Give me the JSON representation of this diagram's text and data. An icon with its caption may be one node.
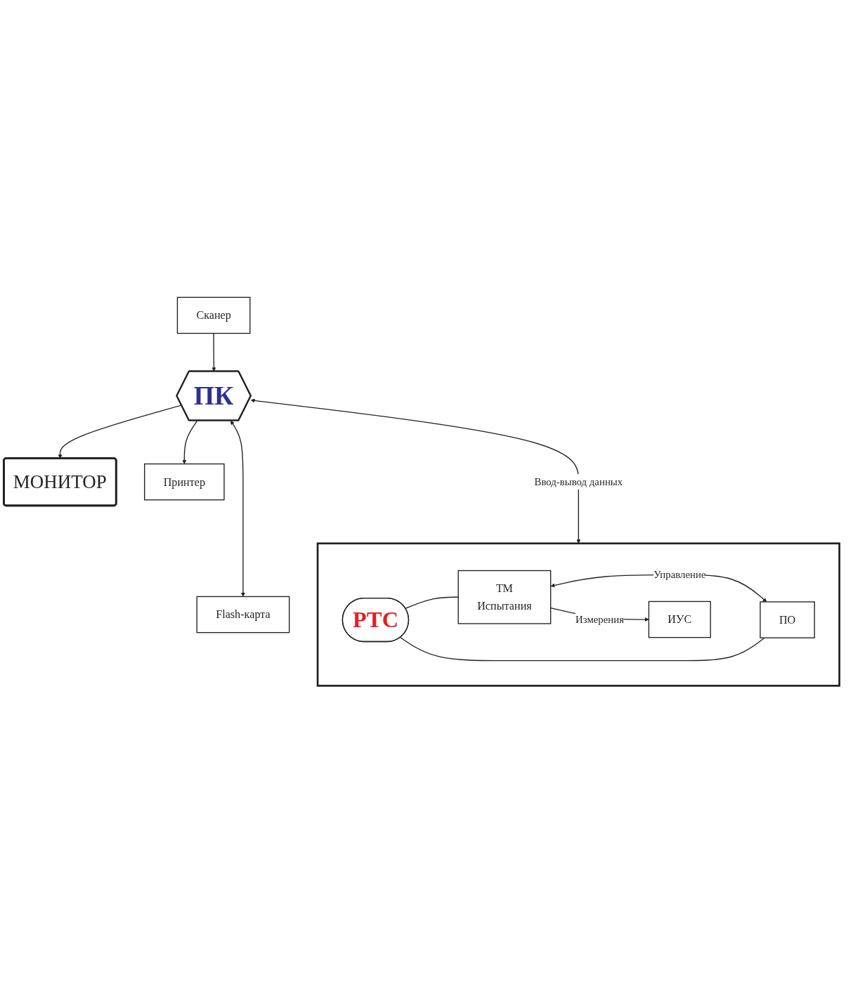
{
  "diagram": {
    "nodes": [
      {
        "text": [
          "МОНИТОР"
        ]
      },
      {
        "text": [
          "ПК"
        ]
      },
      {
        "text": [
          "Сканер"
        ]
      },
      {
        "text": [
          "Принтер"
        ]
      },
      {
        "text": [
          "Flash-карта"
        ]
      },
      {
        "text": [],
        "shape": "box"
      },
      {
        "text": [
          "РТС"
        ],
        "in": 5
      },
      {
        "text": [
          "ТМ",
          "Испытания"
        ],
        "in": 5
      },
      {
        "text": [
          "ПО"
        ],
        "in": 5
      },
      {
        "text": [
          "ИУС"
        ],
        "in": 5
      }
    ],
    "edges": [
      {
        "from": 1,
        "to": 0,
        "arrow": "to"
      },
      {
        "from": 2,
        "to": 1,
        "arrow": "to"
      },
      {
        "from": 1,
        "to": 3,
        "arrow": "to"
      },
      {
        "from": 1,
        "to": 4,
        "arrow": "both"
      },
      {
        "from": 1,
        "to": 5,
        "arrow": "both",
        "label": "Ввод-вывод данных"
      },
      {
        "from": 6,
        "to": 7,
        "arrow": "none"
      },
      {
        "from": 6,
        "to": 8,
        "arrow": "none"
      },
      {
        "from": 7,
        "to": 8,
        "arrow": "both",
        "label": "Управление"
      },
      {
        "from": 7,
        "to": 9,
        "arrow": "to",
        "label": "Измерения"
      }
    ]
  }
}
